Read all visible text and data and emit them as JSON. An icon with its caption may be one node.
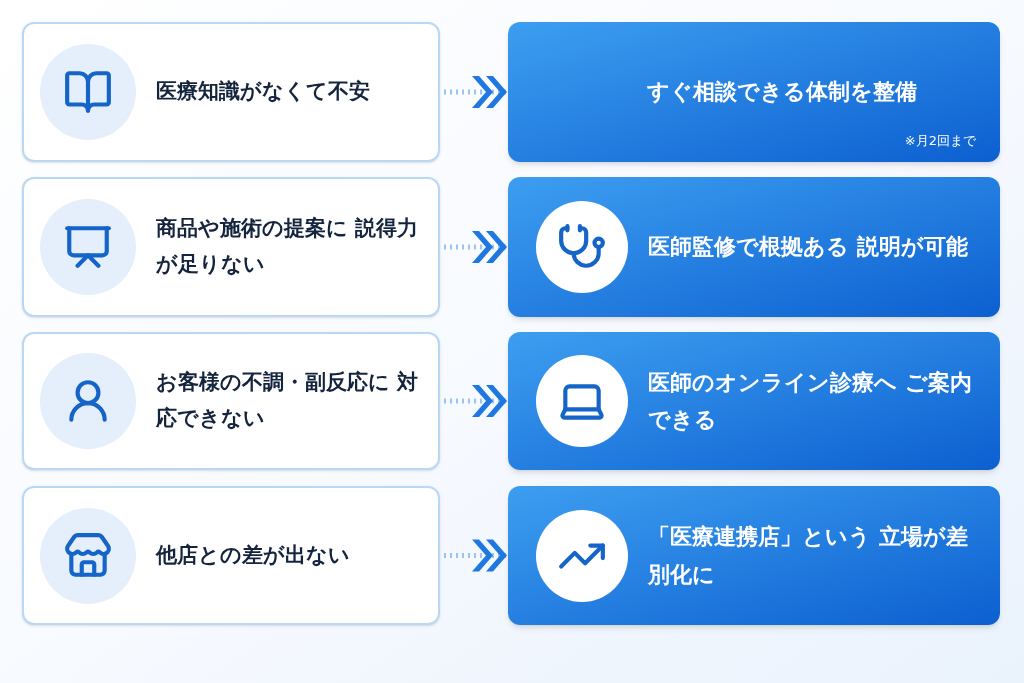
{
  "diagram": {
    "nodes": [
      {
        "text": [
          "医療知識がなくて不安"
        ]
      },
      {
        "text": [
          "すぐ相談できる体制を整備",
          "※月2回まで"
        ]
      },
      {
        "text": [
          "商品や施術の提案に 説得力が足りない"
        ]
      },
      {
        "text": [
          "医師監修で根拠ある 説明が可能"
        ]
      },
      {
        "text": [
          "お客様の不調・副反応に 対応できない"
        ]
      },
      {
        "text": [
          "医師のオンライン診療へ ご案内できる"
        ]
      },
      {
        "text": [
          "他店との差が出ない"
        ]
      },
      {
        "text": [
          "「医療連携店」という 立場が差別化に"
        ]
      }
    ],
    "edges": [
      {
        "from": 0,
        "to": 1,
        "arrow": "to"
      },
      {
        "from": 2,
        "to": 3,
        "arrow": "to"
      },
      {
        "from": 4,
        "to": 5,
        "arrow": "to"
      },
      {
        "from": 6,
        "to": 7,
        "arrow": "to"
      }
    ]
  }
}
